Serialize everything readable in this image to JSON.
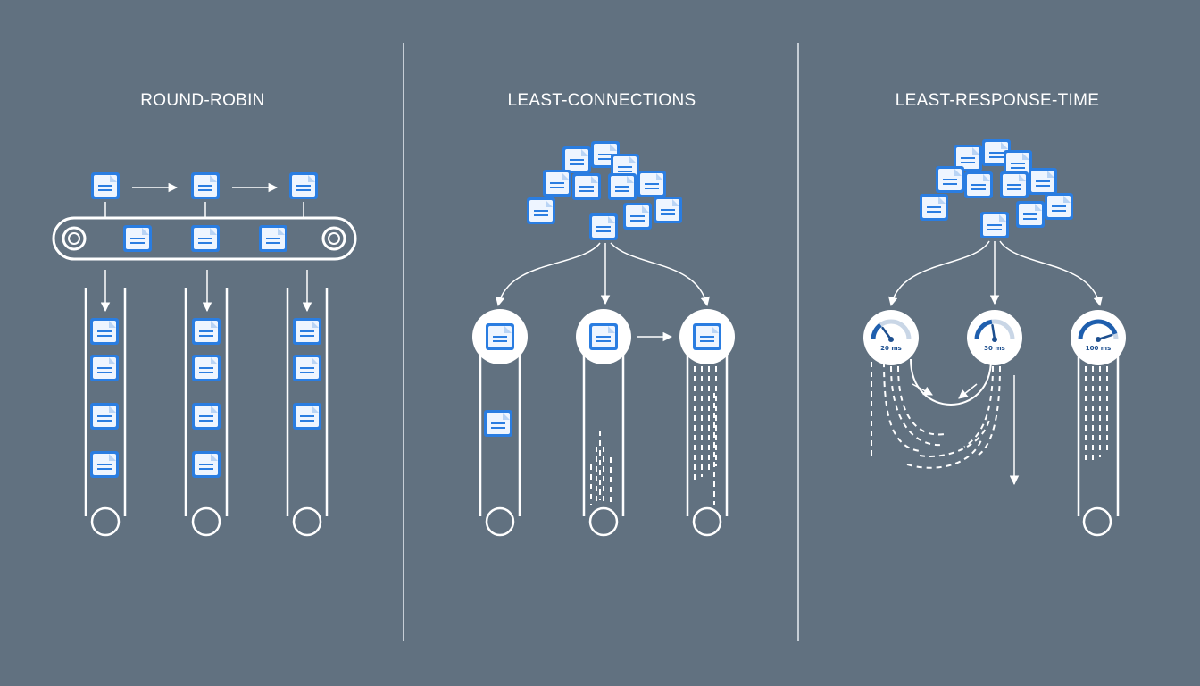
{
  "panels": {
    "round_robin": {
      "title": "ROUND-ROBIN"
    },
    "least_connections": {
      "title": "LEAST-CONNECTIONS"
    },
    "least_response_time": {
      "title": "LEAST-RESPONSE-TIME",
      "gauges": [
        {
          "label": "20 ms",
          "level": 0.3
        },
        {
          "label": "30 ms",
          "level": 0.45
        },
        {
          "label": "100 ms",
          "level": 0.9
        }
      ]
    }
  },
  "colors": {
    "background": "#617180",
    "line": "#ffffff",
    "doc_border": "#2a7de1",
    "doc_fill": "#eef5ff",
    "gauge_blue": "#1f5fae"
  },
  "icons": [
    "document-icon",
    "conveyor-roller-icon",
    "server-icon",
    "gauge-icon",
    "arrow-icon"
  ]
}
